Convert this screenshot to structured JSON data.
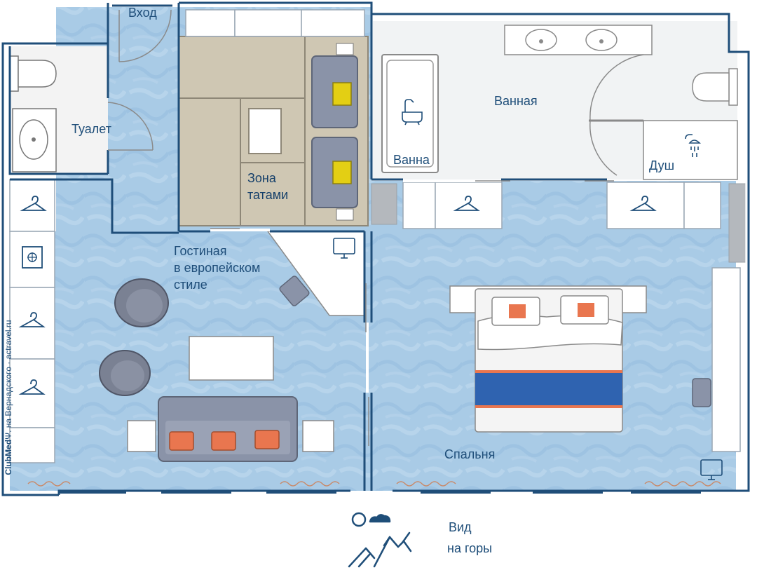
{
  "rooms": {
    "entrance": "Вход",
    "toilet": "Туалет",
    "tatami": "Зона\nтатами",
    "living": "Гостиная\nв европейском\nстиле",
    "bathroom": "Ванная",
    "bath": "Ванна",
    "shower": "Душ",
    "bedroom": "Спальня"
  },
  "view": {
    "line1": "Вид",
    "line2": "на горы"
  },
  "watermark": {
    "brand": "ClubMed",
    "trident": "Ψ.",
    "rest": " на Вернадского · actravel.ru"
  },
  "colors": {
    "floor": "#a9cbe6",
    "wall": "#1f4e79",
    "tatami": "#cfc7b3",
    "furniture": "#8a93a8",
    "accent_orange": "#e9764f",
    "accent_yellow": "#e3cf14",
    "bed_stripe": "#2f63b0"
  }
}
